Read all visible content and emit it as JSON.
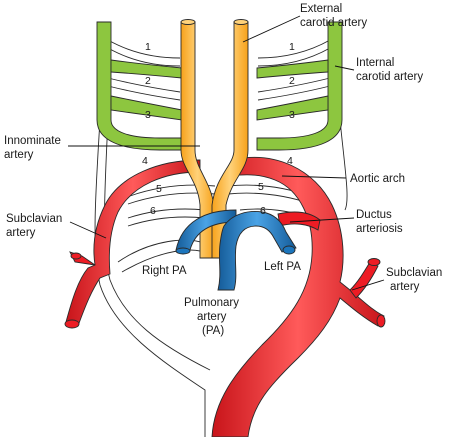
{
  "labels": {
    "external_carotid": [
      "External",
      "carotid artery"
    ],
    "internal_carotid": [
      "Internal",
      "carotid artery"
    ],
    "innominate": [
      "Innominate",
      "artery"
    ],
    "aortic_arch": "Aortic arch",
    "subclavian_left_side": [
      "Subclavian",
      "artery"
    ],
    "subclavian_right_side": [
      "Subclavian",
      "artery"
    ],
    "ductus": [
      "Ductus",
      "arteriosis"
    ],
    "right_pa": "Right PA",
    "left_pa": "Left PA",
    "pulmonary": [
      "Pulmonary",
      "artery",
      "(PA)"
    ]
  },
  "arch_numbers": [
    "1",
    "2",
    "3",
    "4",
    "5",
    "6"
  ],
  "colors": {
    "internal_carotid": "#8dc63f",
    "external_carotid": "#fbb040",
    "aorta": "#ed1c24",
    "pulmonary": "#1c75bc",
    "outline": "#2a2a2a"
  }
}
